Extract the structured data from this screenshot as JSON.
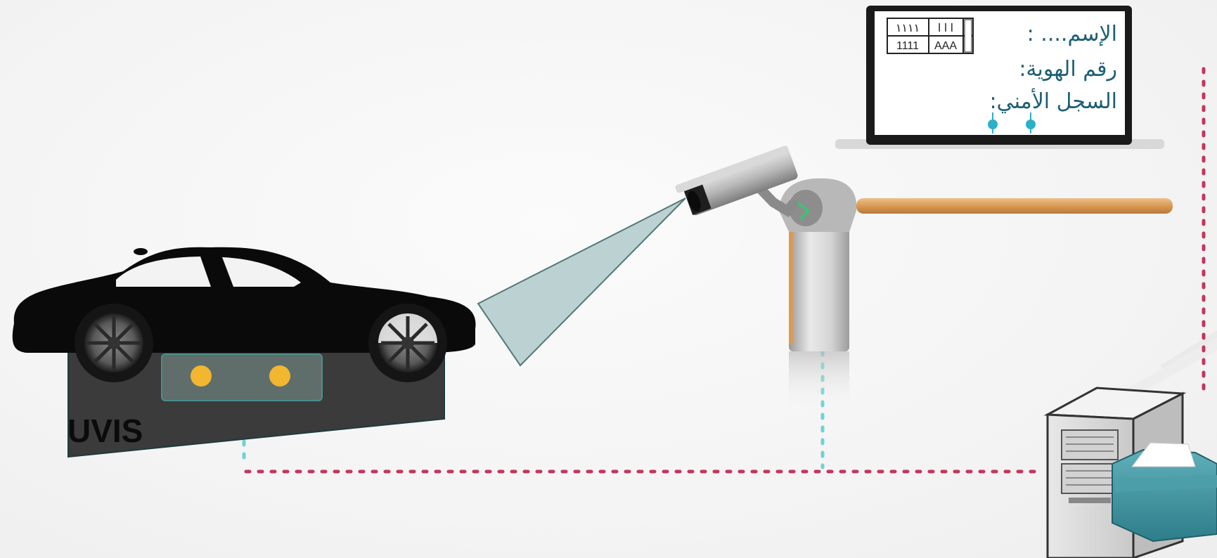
{
  "uvis": {
    "label": "UVIS"
  },
  "monitor": {
    "fields": [
      {
        "label": "الإسم.... :"
      },
      {
        "label": "رقم الهوية:"
      },
      {
        "label": "السجل الأمني:"
      }
    ],
    "plate": {
      "top_digits": "١١١١",
      "top_letters": "ا ا ا",
      "bottom_digits": "1111",
      "bottom_letters": "AAA"
    }
  },
  "colors": {
    "car": "#0a0a0a",
    "uvis_panel": "#3b3b3b",
    "uvis_sensor": "#5f6e6a",
    "sensor_light": "#f2b630",
    "camera_beam": "#b9d0d0",
    "barrier_arm": "#d9a060",
    "network_line_red": "#c2365f",
    "network_line_cyan": "#6fd3d3",
    "monitor_text": "#1d5f73",
    "connector_dot": "#2bb0c9",
    "folder": "#3d8f9c"
  },
  "icons": [
    "car-icon",
    "camera-icon",
    "barrier-gate-icon",
    "monitor-icon",
    "server-icon",
    "folder-icon"
  ]
}
